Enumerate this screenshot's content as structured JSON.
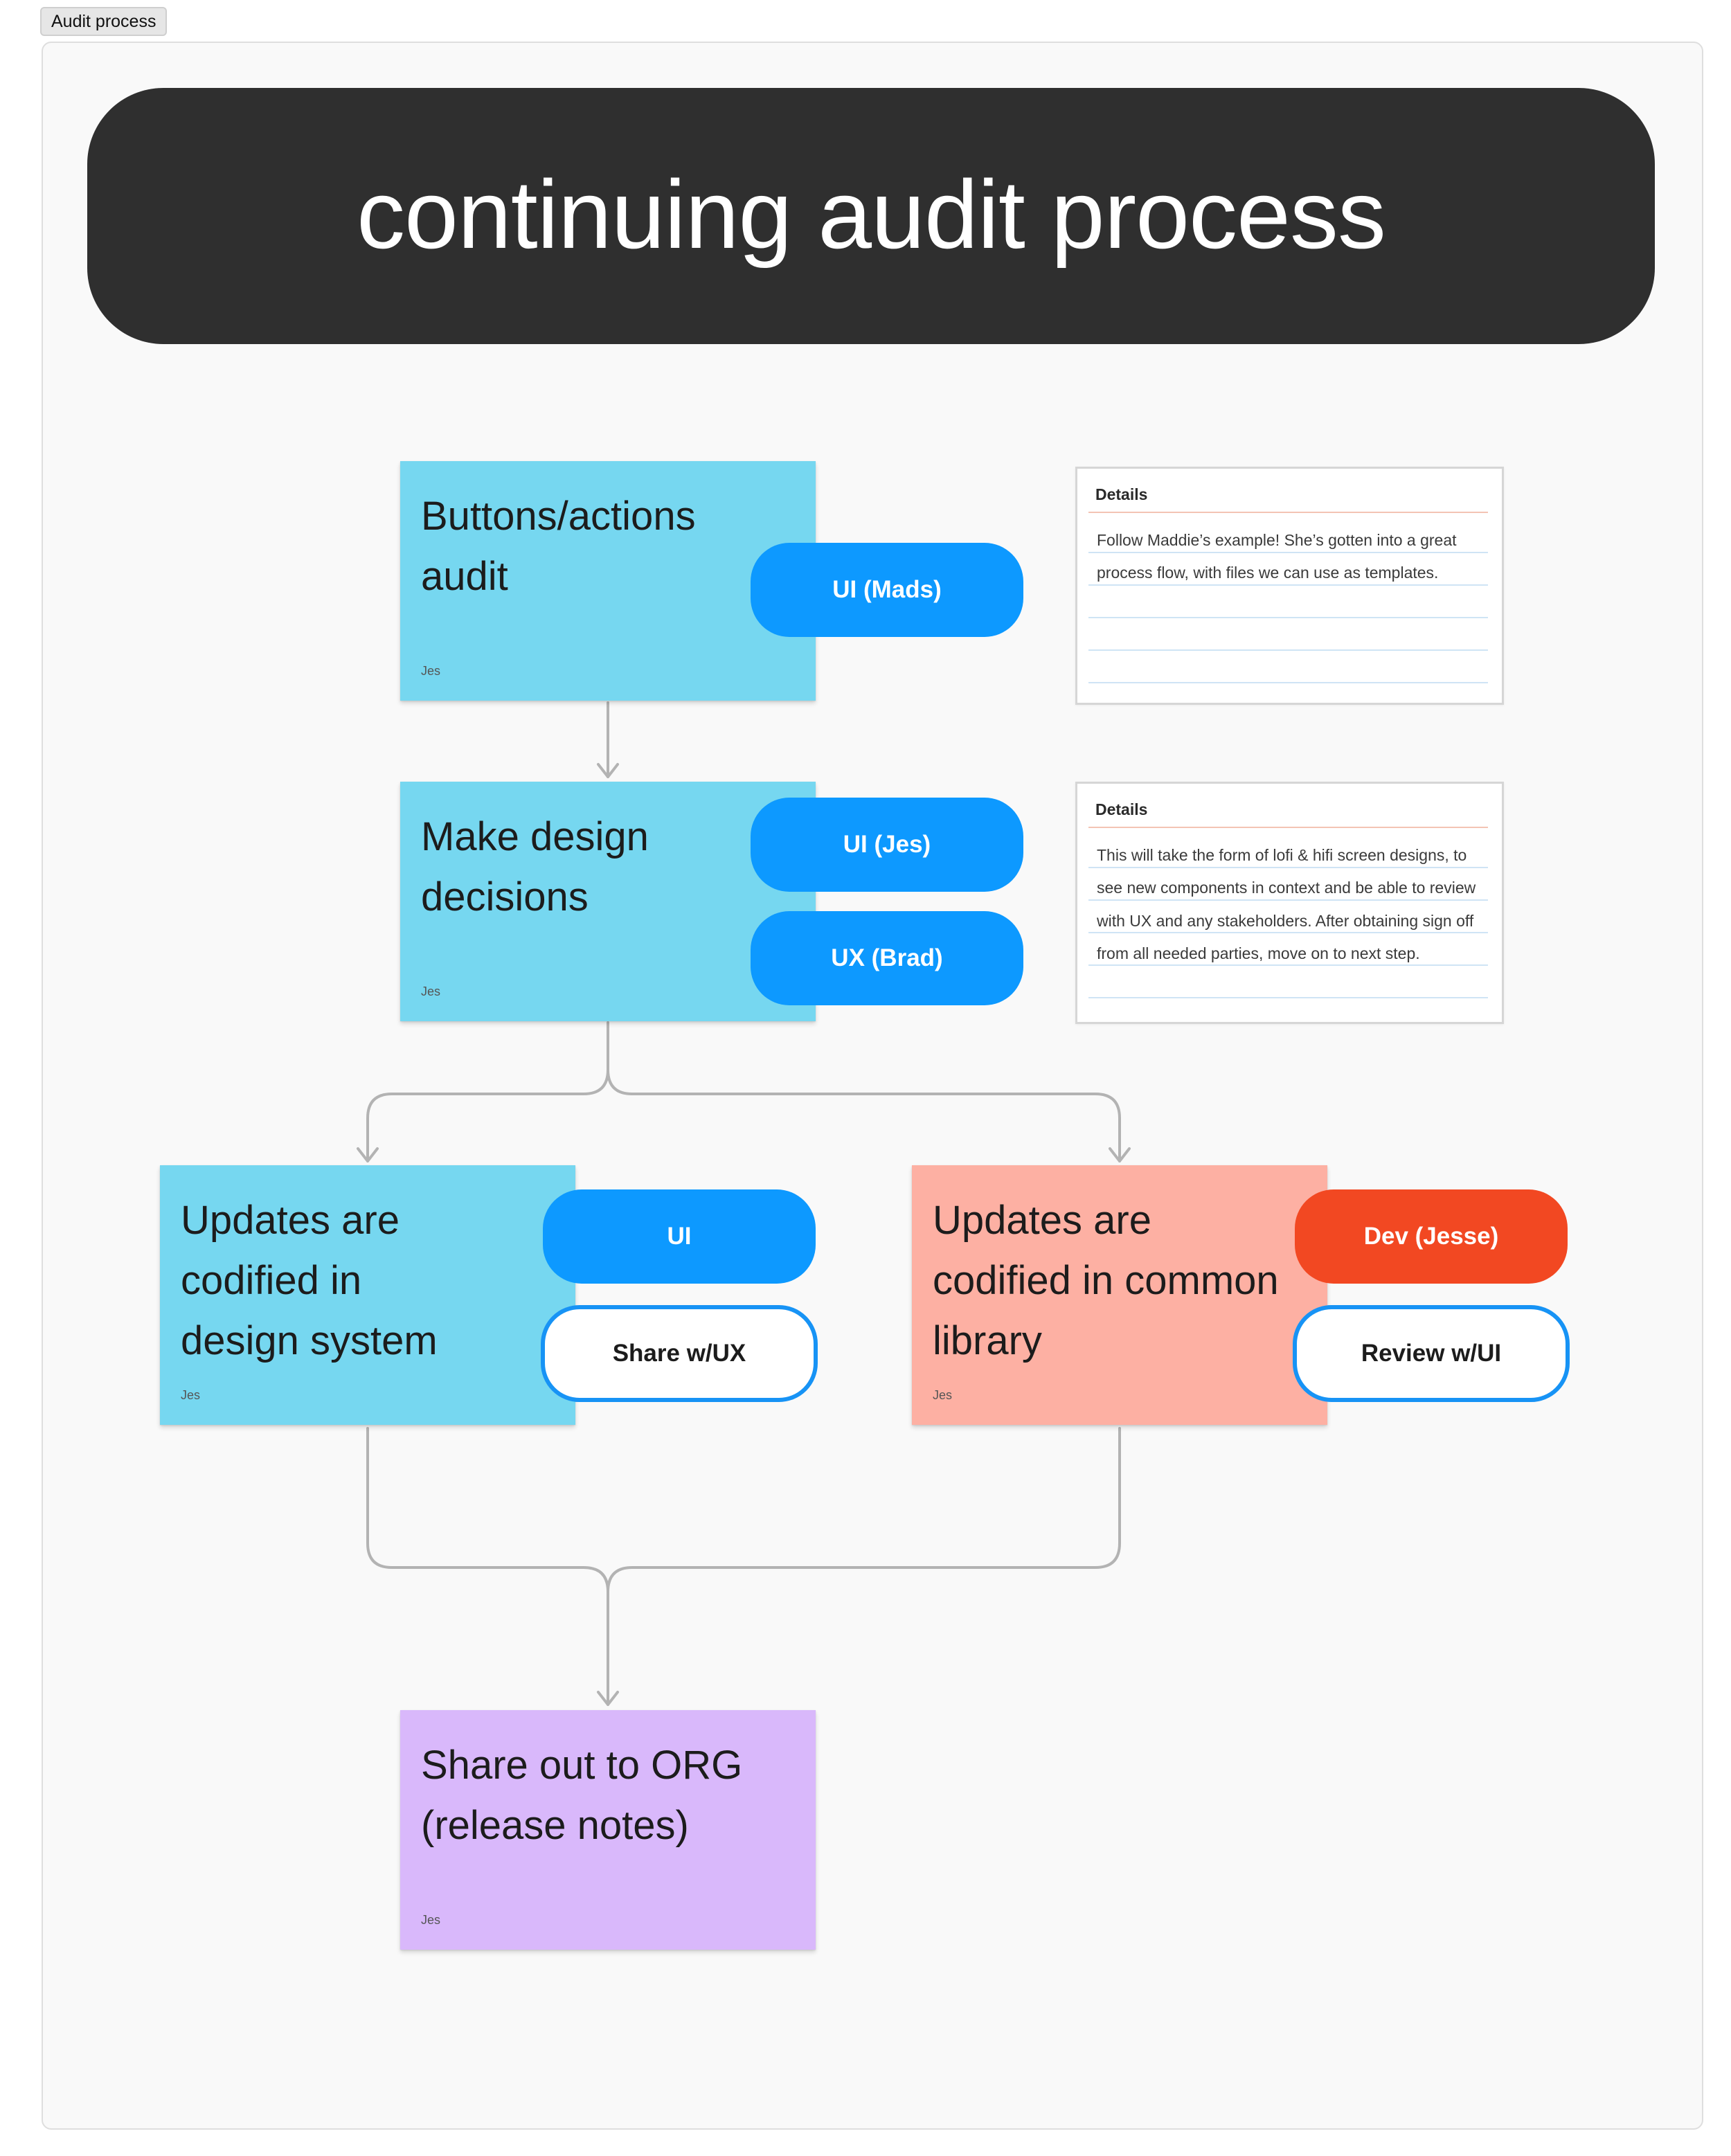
{
  "frame_label": "Audit process",
  "banner_title": "continuing audit process",
  "colors": {
    "sticky_blue": "#76d7f0",
    "sticky_salmon": "#fdb0a3",
    "sticky_purple": "#d9b8fb",
    "pill_blue": "#0d99ff",
    "pill_red": "#f24822",
    "outline_blue": "#1793f5",
    "connector": "#b3b3b3"
  },
  "stickies": {
    "buttons_audit": {
      "text": "Buttons/actions\naudit",
      "author": "Jes",
      "color": "blue"
    },
    "make_design_decisions": {
      "text": "Make design\ndecisions",
      "author": "Jes",
      "color": "blue"
    },
    "design_system": {
      "text": "Updates are\ncodified in\ndesign system",
      "author": "Jes",
      "color": "blue"
    },
    "common_library": {
      "text": "Updates are\ncodified in common\nlibrary",
      "author": "Jes",
      "color": "salmon"
    },
    "share_org": {
      "text": "Share out to ORG\n(release notes)",
      "author": "Jes",
      "color": "purple"
    }
  },
  "pills": {
    "ui_mads": "UI (Mads)",
    "ui_jes": "UI (Jes)",
    "ux_brad": "UX (Brad)",
    "ui": "UI",
    "share_ux": "Share w/UX",
    "dev_jesse": "Dev (Jesse)",
    "review_ui": "Review w/UI"
  },
  "details_cards": [
    {
      "title": "Details",
      "body": "Follow Maddie’s example! She’s gotten into a great process flow, with files we can use as templates."
    },
    {
      "title": "Details",
      "body": "This will take the form of lofi & hifi screen designs, to see new components in context and be able to review with UX and any stakeholders. After obtaining sign off from all needed parties, move on to next step."
    }
  ]
}
